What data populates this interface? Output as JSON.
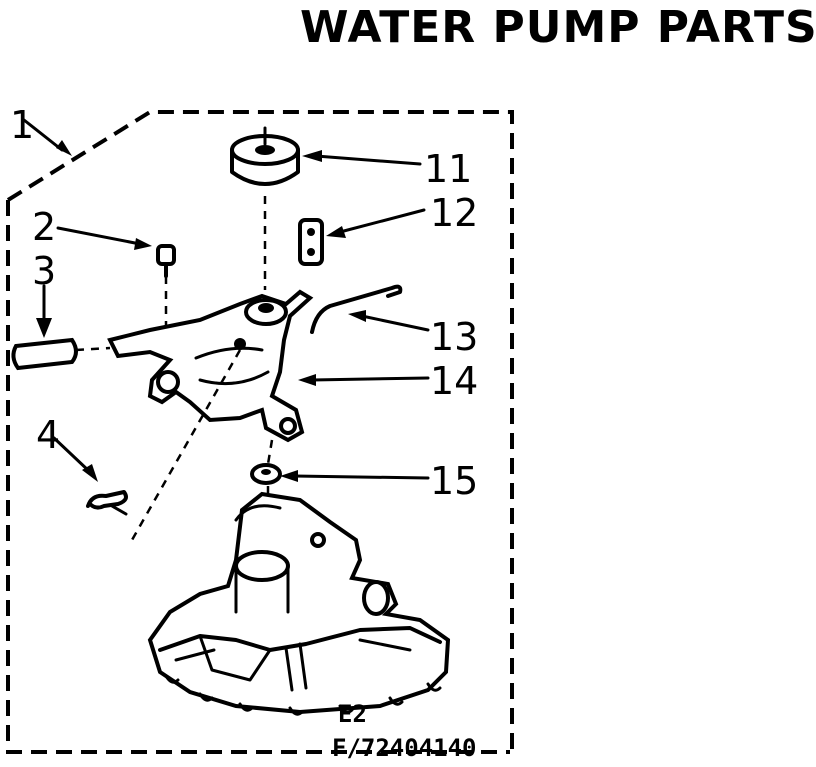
{
  "title": "WATER PUMP PARTS",
  "callouts": [
    "1",
    "2",
    "3",
    "4",
    "11",
    "12",
    "13",
    "14",
    "15"
  ],
  "codes": {
    "line1": "E2",
    "line2": "F/72404140"
  }
}
